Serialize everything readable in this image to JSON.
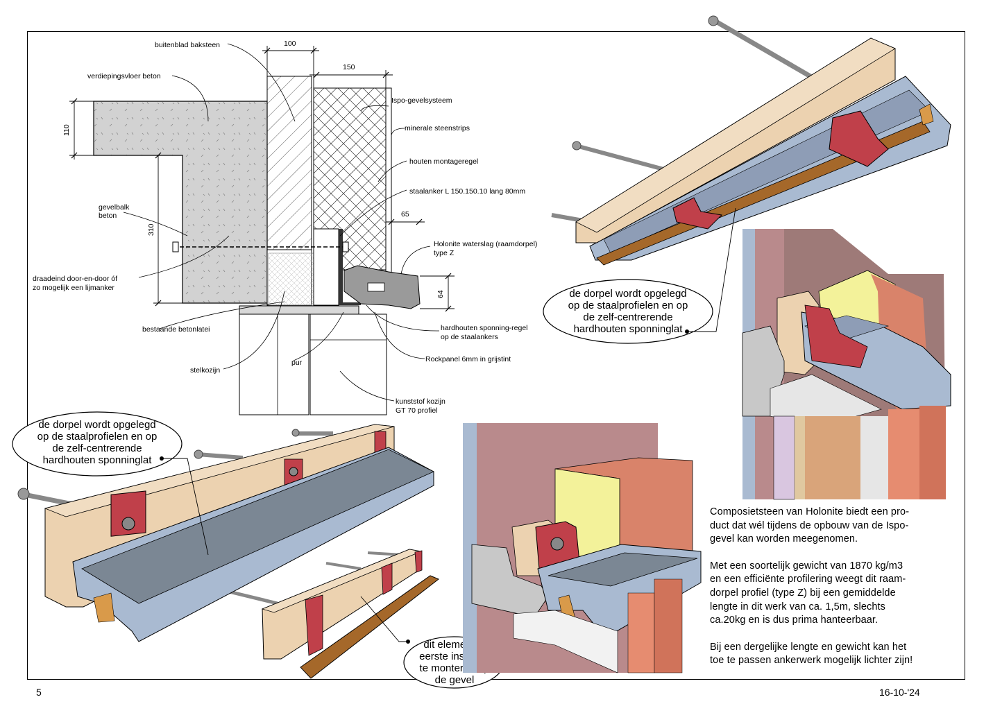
{
  "page": {
    "number": "5",
    "date": "16-10-'24"
  },
  "section_drawing": {
    "labels": {
      "buitenblad": "buitenblad baksteen",
      "verdiepingsvloer": "verdiepingsvloer beton",
      "ispo": "Ispo-gevelsysteem",
      "steenstrips": "minerale steenstrips",
      "montageregel": "houten montageregel",
      "staalanker": "staalanker L 150.150.10 lang 80mm",
      "gevelbalk_1": "gevelbalk",
      "gevelbalk_2": "beton",
      "holonite_1": "Holonite waterslag (raamdorpel)",
      "holonite_2": "type Z",
      "draadeind_1": "draadeind door-en-door óf",
      "draadeind_2": "zo mogelijk een lijmanker",
      "betonlatei": "bestaande betonlatei",
      "sponning_1": "hardhouten sponning-regel",
      "sponning_2": "op de staalankers",
      "stelkozijn": "stelkozijn",
      "pur": "pur",
      "rockpanel": "Rockpanel 6mm in grijstint",
      "kozijn_1": "kunststof kozijn",
      "kozijn_2": "GT 70 profiel"
    },
    "dimensions": {
      "d100": "100",
      "d150": "150",
      "d110": "110",
      "d310": "310",
      "d65": "65",
      "d64": "64"
    }
  },
  "callouts": {
    "top_right": [
      "de dorpel wordt opgelegd",
      "op de staalprofielen en op",
      "de zelf-centrerende",
      "hardhouten sponninglat"
    ],
    "bottom_left": [
      "de dorpel wordt opgelegd",
      "op de staalprofielen en op",
      "de zelf-centrerende",
      "hardhouten sponninglat"
    ],
    "bottom_mid": [
      "dit element in",
      "eerste instantie",
      "te monteren op",
      "de gevel"
    ]
  },
  "description": {
    "p1": "Composietsteen van Holonite biedt een pro-\nduct dat wél tijdens de opbouw van de Ispo-\ngevel kan worden meegenomen.",
    "p2": "Met een soortelijk gewicht van 1870 kg/m3\nen een efficiënte profilering weegt dit raam-\ndorpel profiel (type Z) bij een gemiddelde\nlengte in dit werk van ca. 1,5m, slechts\nca.20kg en is dus prima hanteerbaar.",
    "p3": "Bij een dergelijke lengte en gewicht kan het\ntoe te passen ankerwerk mogelijk lichter zijn!"
  },
  "colors": {
    "concrete": "#d0d0d0",
    "timber": "#ecd2b0",
    "steel_red": "#c0404a",
    "sill_blue": "#a9bad1",
    "sill_top": "#7b8794",
    "hardwood": "#a5682a",
    "brick_mauve": "#b98a8c",
    "brick_salmon": "#d9836a",
    "insulation_yellow": "#f3f29a"
  }
}
